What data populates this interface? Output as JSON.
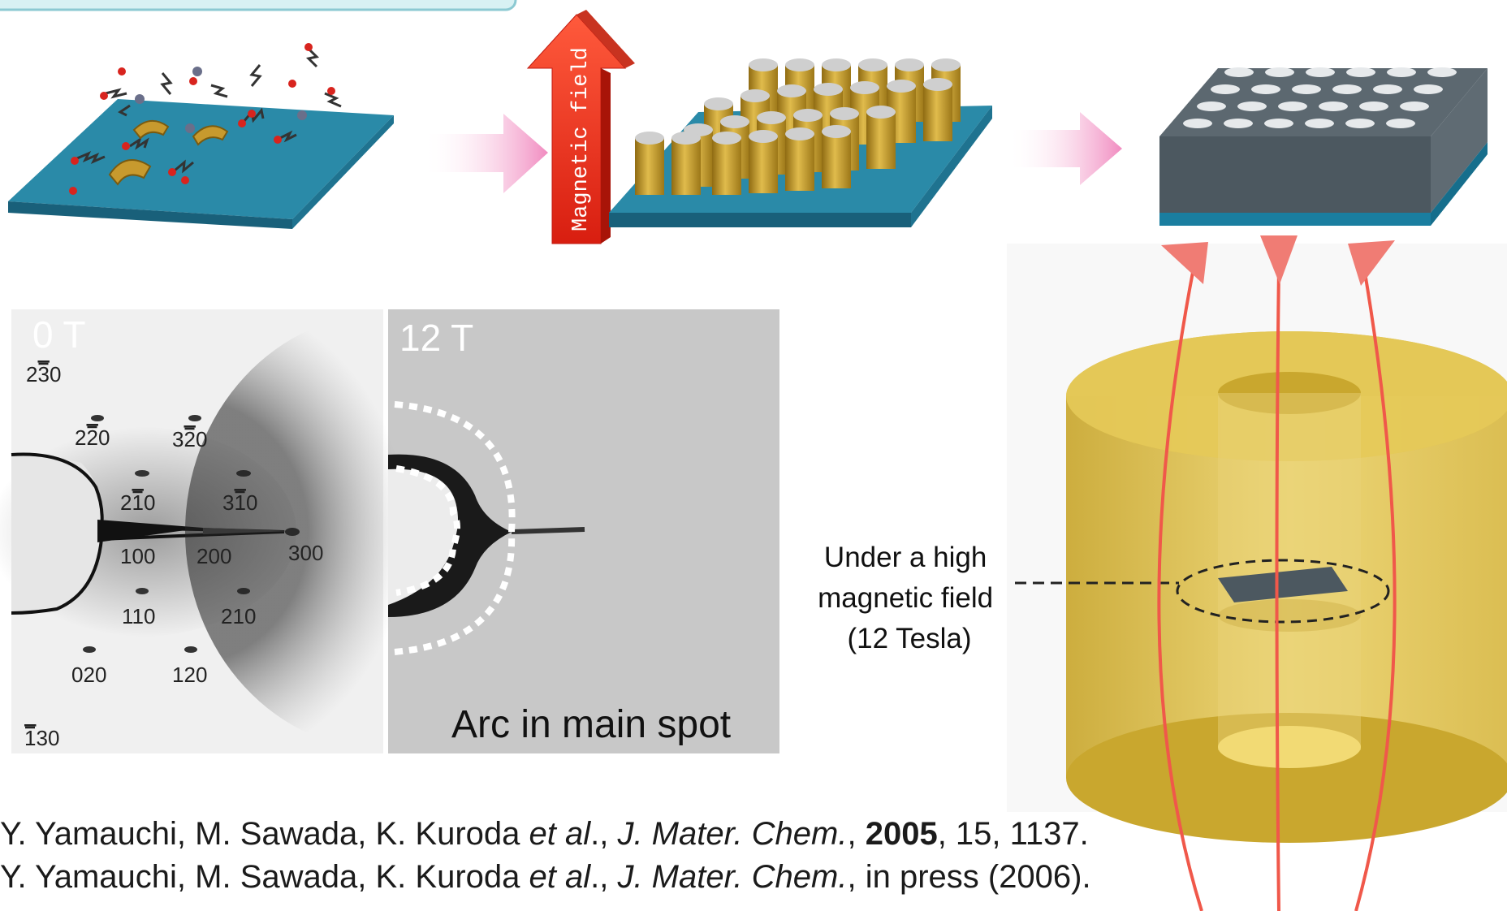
{
  "process": {
    "magnet_label": "Magnetic field"
  },
  "saed_panels": {
    "left_label": "0 T",
    "right_label": "12 T",
    "right_caption": "Arc in main spot",
    "spots": [
      {
        "text": "230",
        "bar": 1
      },
      {
        "text": "220",
        "bar": 1
      },
      {
        "text": "320",
        "bar": 1
      },
      {
        "text": "210",
        "bar": 1
      },
      {
        "text": "310",
        "bar": 1
      },
      {
        "text": "100",
        "bar": -1
      },
      {
        "text": "200",
        "bar": -1
      },
      {
        "text": "300",
        "bar": -1
      },
      {
        "text": "110",
        "bar": -1
      },
      {
        "text": "210",
        "bar": -1
      },
      {
        "text": "020",
        "bar": -1
      },
      {
        "text": "120",
        "bar": -1
      },
      {
        "text": "130",
        "bar": 0
      }
    ]
  },
  "magnet": {
    "caption_lines": [
      "Under a high",
      "magnetic field",
      "(12 Tesla)"
    ]
  },
  "references": [
    {
      "authors": "Y. Yamauchi, M. Sawada, K. Kuroda ",
      "etal": "et al",
      "sep1": "., ",
      "journal": "J. Mater. Chem.",
      "sep2": ", ",
      "year": "2005",
      "rest": ", 15, 1137."
    },
    {
      "authors": "Y. Yamauchi, M. Sawada, K. Kuroda ",
      "etal": "et al",
      "sep1": "., ",
      "journal": "J. Mater. Chem.",
      "rest": ", in press (2006)."
    }
  ],
  "colors": {
    "substrate_top": "#2a8aa8",
    "substrate_side": "#1c6a84",
    "rod": "#c9a23c",
    "magnet_body": "#e2c44e",
    "field_line": "#f0584a",
    "pink_arrow": "#f5a0c8",
    "film": "#5f6b73"
  }
}
